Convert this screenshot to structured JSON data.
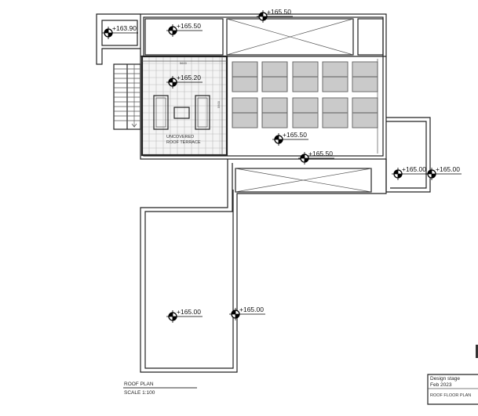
{
  "drawing": {
    "terrace_label_line1": "UNCOVERED",
    "terrace_label_line2": "ROOF TERRACE",
    "dim_horizontal": "5600",
    "dim_vertical": "5500",
    "levels": [
      "+163.90",
      "+165.50",
      "+165.50",
      "+165.20",
      "+165.50",
      "+165.50",
      "+165.00",
      "+165.00",
      "+165.00",
      "+165.00"
    ],
    "solar_panel_count": 10
  },
  "caption": {
    "title": "ROOF PLAN",
    "scale": "SCALE 1:100"
  },
  "title_block": {
    "stage": "Design stage",
    "date": "Feb 2023",
    "sheet": "ROOF FLOOR PLAN"
  }
}
